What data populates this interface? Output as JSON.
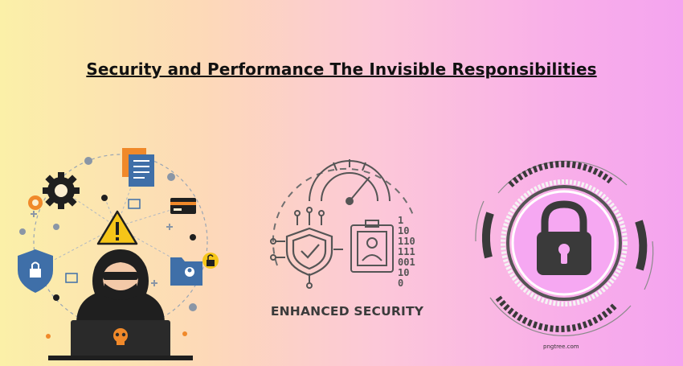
{
  "title": "Security and Performance The Invisible Responsibilities",
  "middle_panel": {
    "label": "ENHANCED SECURITY",
    "binary_lines": [
      "1",
      "10",
      "110",
      "111",
      "001",
      "10",
      "0"
    ]
  },
  "right_panel": {
    "watermark": "pngtree.com"
  },
  "icons": [
    "hacker-icon",
    "laptop-icon",
    "skull-icon",
    "warning-icon",
    "gear-icon",
    "shield-lock-icon",
    "document-icon",
    "credit-card-icon",
    "folder-user-icon",
    "padlock-icon",
    "speedometer-icon",
    "shield-check-icon",
    "id-card-icon",
    "circuit-icon"
  ],
  "colors": {
    "title": "#111111",
    "orange": "#f0892a",
    "blue": "#3f6fa8",
    "dark": "#1f1f1f",
    "gray_line": "#777777",
    "lock_bg": "#f6a8f2",
    "lock": "#3a3a3a"
  }
}
